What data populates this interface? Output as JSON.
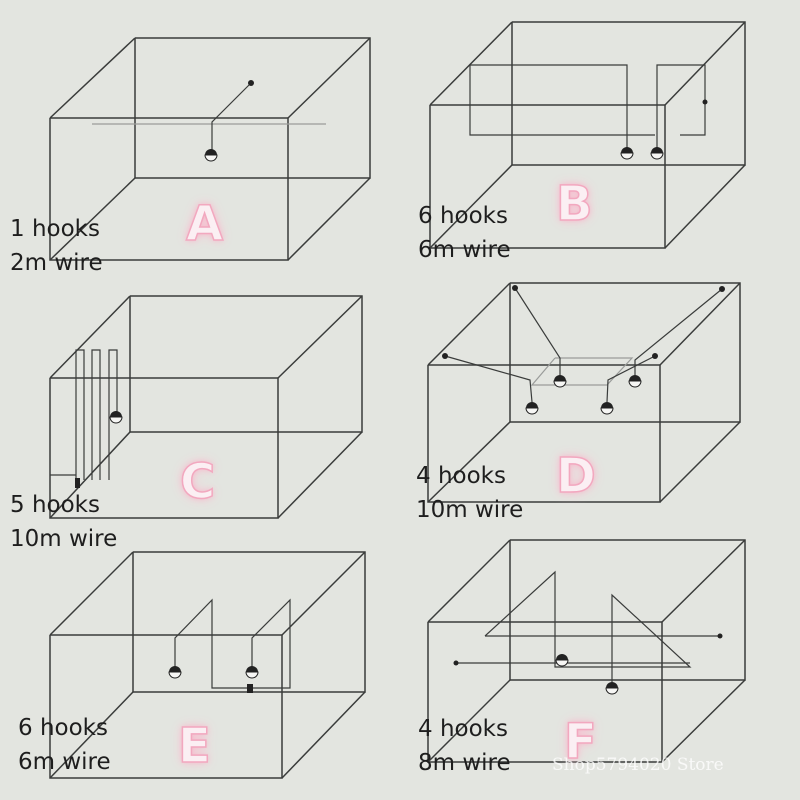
{
  "panels": [
    {
      "id": "A",
      "letter": "A",
      "hooks": "1 hooks",
      "wire": "2m wire"
    },
    {
      "id": "B",
      "letter": "B",
      "hooks": "6 hooks",
      "wire": "6m wire"
    },
    {
      "id": "C",
      "letter": "C",
      "hooks": "5 hooks",
      "wire": "10m wire"
    },
    {
      "id": "D",
      "letter": "D",
      "hooks": "4 hooks",
      "wire": "10m wire"
    },
    {
      "id": "E",
      "letter": "E",
      "hooks": "6 hooks",
      "wire": "6m wire"
    },
    {
      "id": "F",
      "letter": "F",
      "hooks": "4 hooks",
      "wire": "8m wire"
    }
  ],
  "watermark": "Shop5794020 Store",
  "colors": {
    "background": "#e3e5e0",
    "lines": "#3a3c3b",
    "letter_glow": "#f2a8bf"
  }
}
